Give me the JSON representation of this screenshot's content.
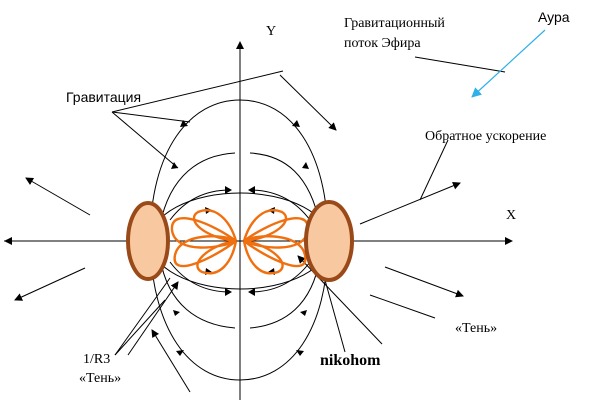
{
  "labels": {
    "axis_y": "Y",
    "axis_x": "X",
    "gravity_flow_line1": "Гравитационный",
    "gravity_flow_line2": "поток Эфира",
    "aura": "Аура",
    "gravitation": "Гравитация",
    "reverse_acceleration": "Обратное ускорение",
    "shadow_right": "«Тень»",
    "inverse_r3": "1/R3",
    "shadow_left": "«Тень»",
    "author": "nikohom"
  },
  "colors": {
    "body_fill": "#f8c8a0",
    "body_stroke": "#9a4a18",
    "loop_stroke": "#f07010",
    "aura_arrow": "#30b0e8",
    "line": "#000000"
  }
}
